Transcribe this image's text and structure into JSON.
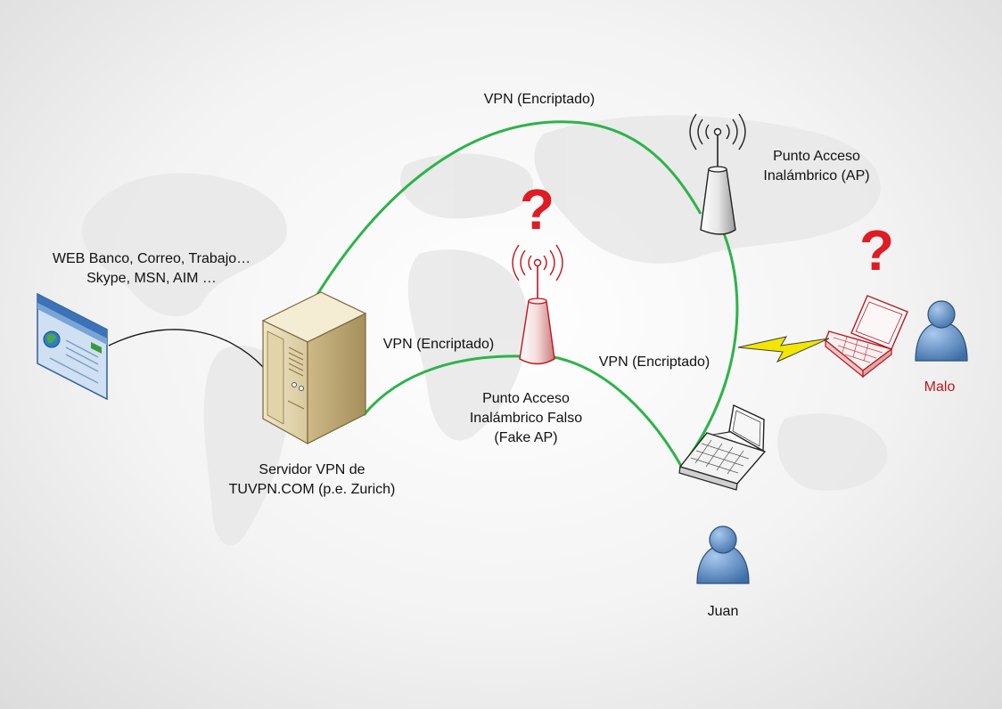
{
  "labels": {
    "services_line1": "WEB Banco, Correo, Trabajo…",
    "services_line2": "Skype, MSN, AIM …",
    "vpn_top": "VPN (Encriptado)",
    "vpn_left": "VPN (Encriptado)",
    "vpn_right": "VPN (Encriptado)",
    "ap_line1": "Punto Acceso",
    "ap_line2": "Inalámbrico (AP)",
    "fake_ap_line1": "Punto Acceso",
    "fake_ap_line2": "Inalámbrico Falso",
    "fake_ap_line3": "(Fake AP)",
    "server_line1": "Servidor VPN de",
    "server_line2": "TUVPN.COM (p.e. Zurich)",
    "juan": "Juan",
    "malo": "Malo",
    "question_mark": "?"
  },
  "colors": {
    "vpn_tunnel": "#2db34a",
    "attacker": "#c0141c",
    "question": "#e01b24",
    "person": "#5b8fc7",
    "lightning": "#f2e600"
  },
  "icons": [
    "browser-window-icon",
    "server-icon",
    "antenna-icon",
    "fake-antenna-icon",
    "laptop-icon",
    "attacker-laptop-icon",
    "person-icon",
    "lightning-icon"
  ]
}
